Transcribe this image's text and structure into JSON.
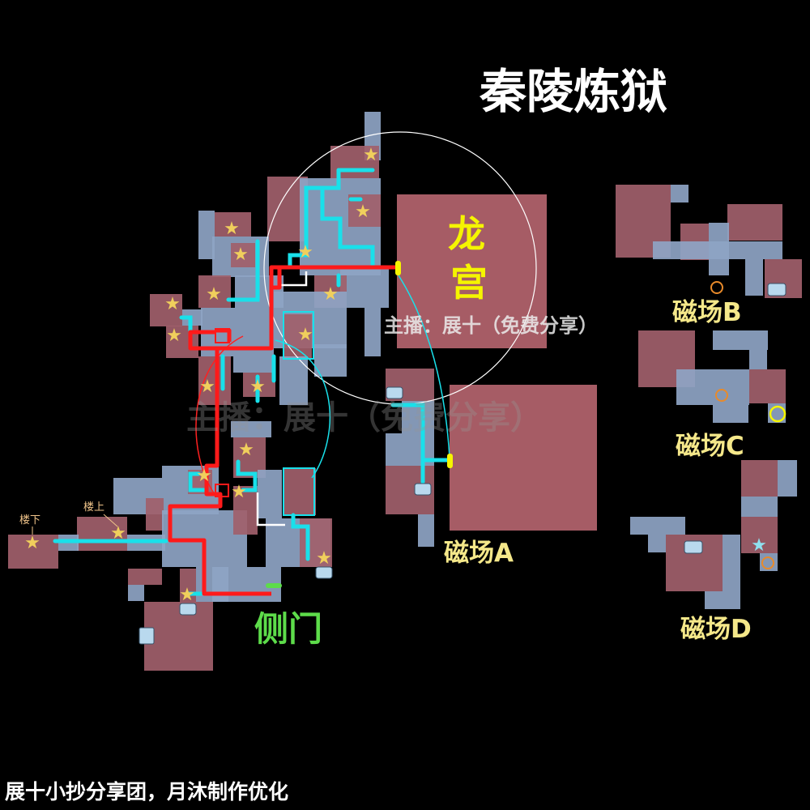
{
  "map": {
    "title": "秦陵炼狱",
    "dragon_palace_label": [
      "龙",
      "宫"
    ],
    "watermark": "主播：展十（免费分享）",
    "watermark_faded": "主播：展十（免费分享）",
    "magnetic_fields": [
      "磁场A",
      "磁场B",
      "磁场C",
      "磁场D"
    ],
    "side_door_label": "侧门",
    "downstairs_label": "楼下",
    "upstairs_label": "楼上",
    "footer_credit": "展十小抄分享团，月沐制作优化"
  },
  "colors": {
    "background": "#000000",
    "room_red": "#a1606b",
    "room_blue": "#8ea4c4",
    "route_red": "#ff1a1a",
    "route_cyan": "#19e0ea",
    "title_yellow": "#f5f500",
    "field_label": "#f5e88a",
    "side_door_green": "#5ddc4a"
  },
  "icons": [
    "star-icon",
    "chest-icon",
    "exit-door-icon",
    "magnet-ring-icon"
  ]
}
